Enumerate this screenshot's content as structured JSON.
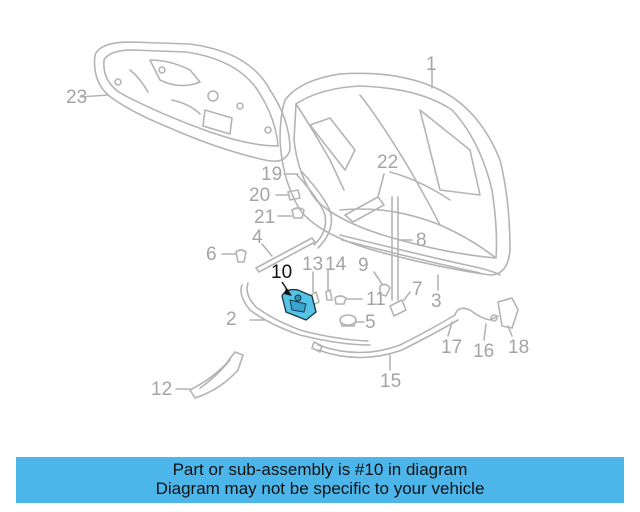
{
  "diagram": {
    "highlight_color": "#55c3e6",
    "line_color": "#b4b4b4",
    "callouts": {
      "p1": "1",
      "p2": "2",
      "p3": "3",
      "p4": "4",
      "p5": "5",
      "p6": "6",
      "p7": "7",
      "p8": "8",
      "p9": "9",
      "p10": "10",
      "p11": "11",
      "p12": "12",
      "p13": "13",
      "p14": "14",
      "p15": "15",
      "p16": "16",
      "p17": "17",
      "p18": "18",
      "p19": "19",
      "p20": "20",
      "p21": "21",
      "p22": "22",
      "p23": "23"
    }
  },
  "banner": {
    "background": "#4cb6ea",
    "line1": "Part or sub-assembly is #10 in diagram",
    "line2": "Diagram may not be specific to your vehicle"
  }
}
